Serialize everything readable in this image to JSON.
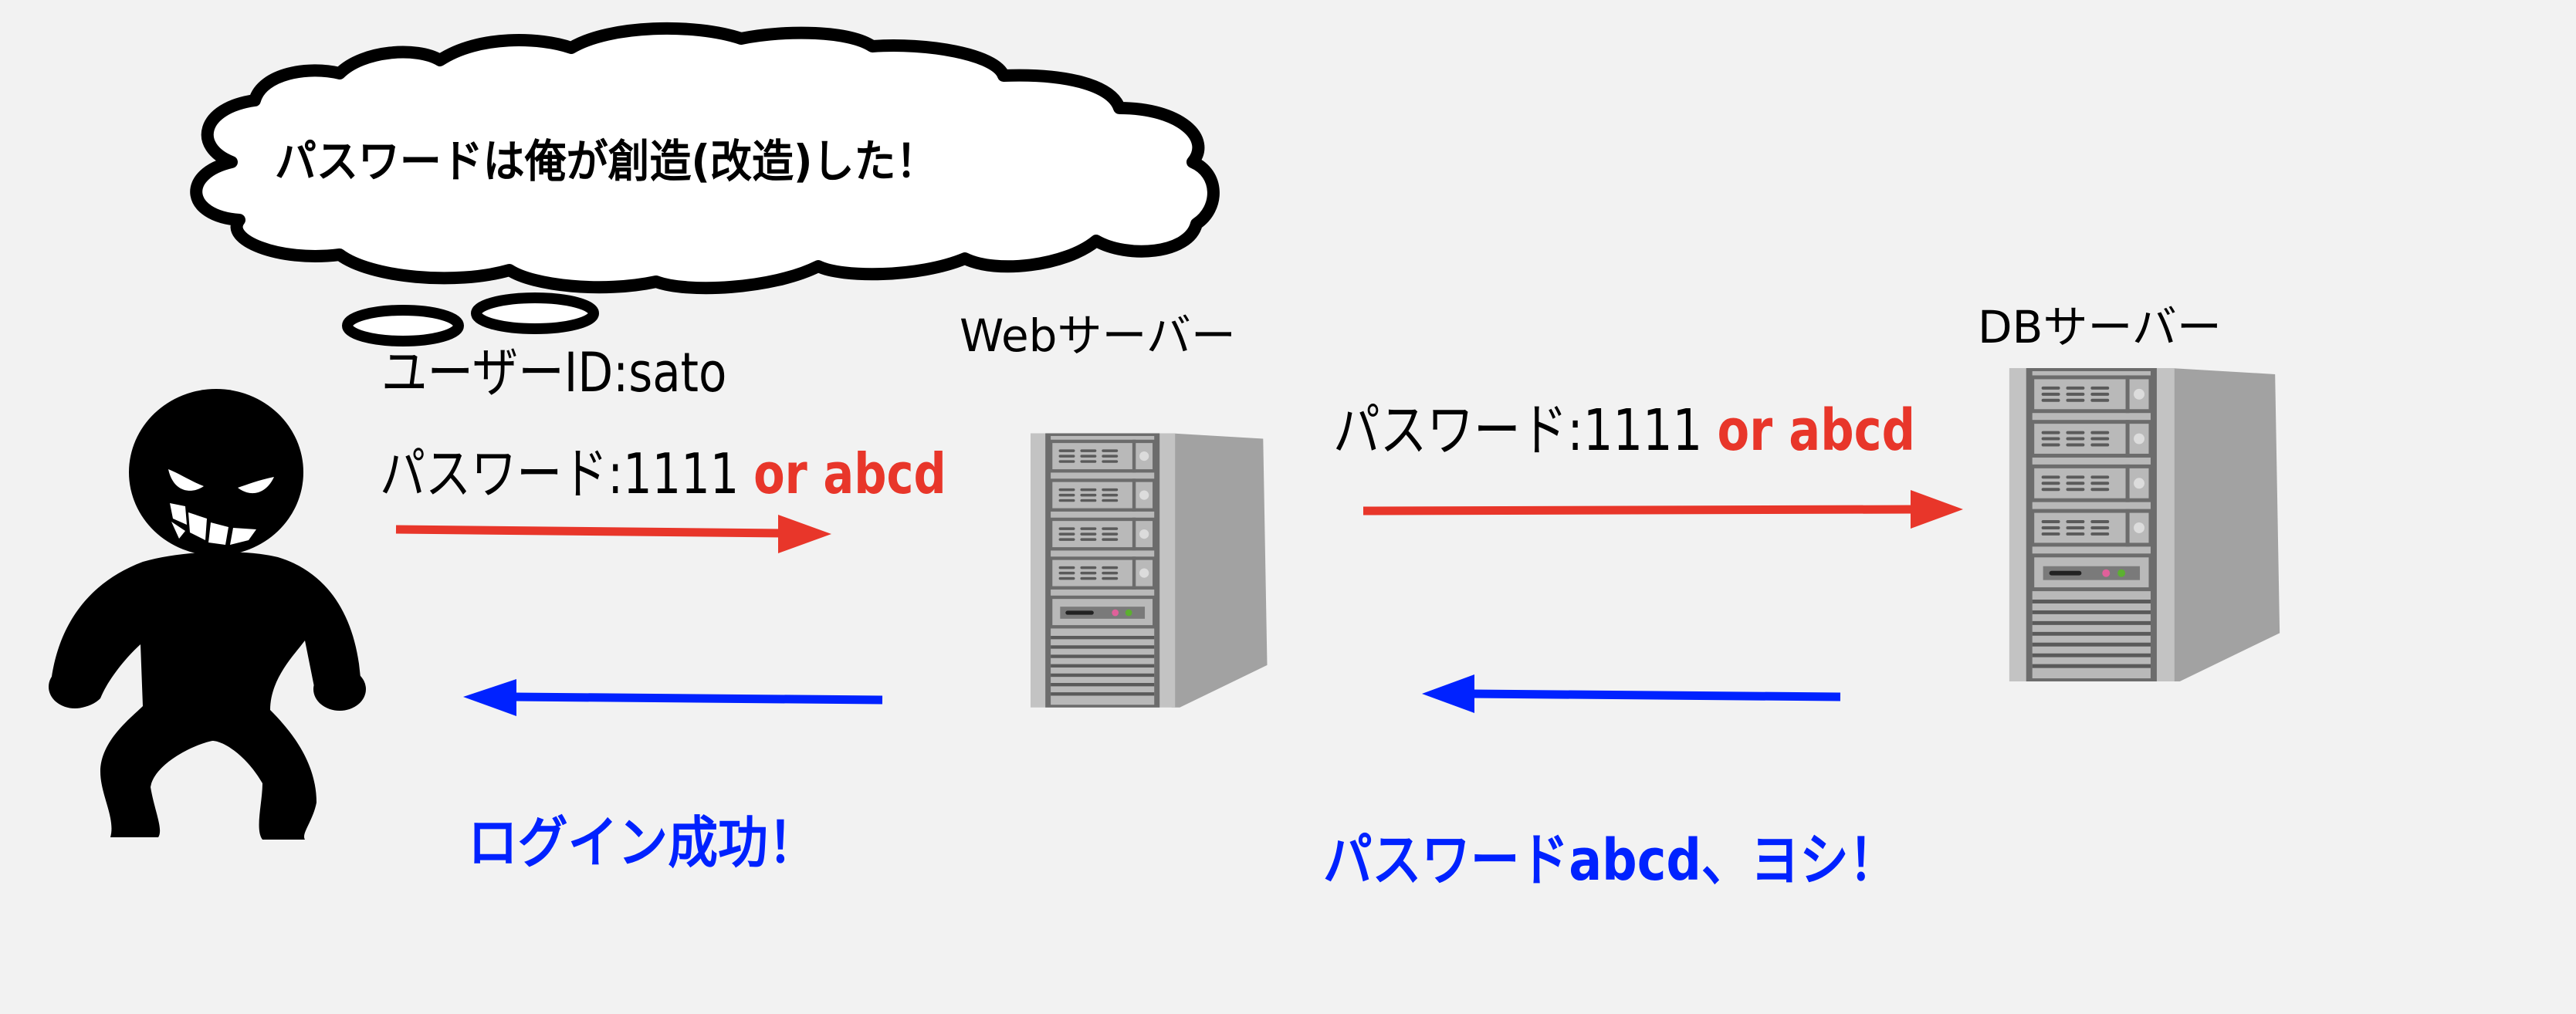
{
  "title": "Password tampering attack diagram",
  "colors": {
    "background": "#f2f2f2",
    "request_arrow": "#e8362a",
    "response_arrow": "#0022ff",
    "highlight_red": "#e8362a",
    "highlight_blue": "#0022ff",
    "server_front": "#b9b9b9",
    "server_side": "#a2a2a2",
    "server_frame": "#6c6c6c",
    "led_pink": "#e0609a",
    "led_green": "#5cb030"
  },
  "attacker": {
    "icon": "hacker-silhouette-icon",
    "thought": "パスワードは俺が創造(改造)した！",
    "credentials": {
      "user_id_label": "ユーザーID:sato",
      "password_prefix": "パスワード:1111 ",
      "password_highlight": "or abcd"
    }
  },
  "web_server": {
    "label": "Webサーバー",
    "icon": "server-tower-icon"
  },
  "db_server": {
    "label": "DBサーバー",
    "icon": "server-tower-icon"
  },
  "flows": [
    {
      "id": "attacker-to-web",
      "direction": "right",
      "color": "red"
    },
    {
      "id": "web-to-db",
      "direction": "right",
      "color": "red",
      "text_prefix": "パスワード:1111 ",
      "text_highlight": "or abcd"
    },
    {
      "id": "db-to-web",
      "direction": "left",
      "color": "blue",
      "caption": "パスワードabcd、ヨシ！"
    },
    {
      "id": "web-to-attacker",
      "direction": "left",
      "color": "blue",
      "caption": "ログイン成功！"
    }
  ]
}
